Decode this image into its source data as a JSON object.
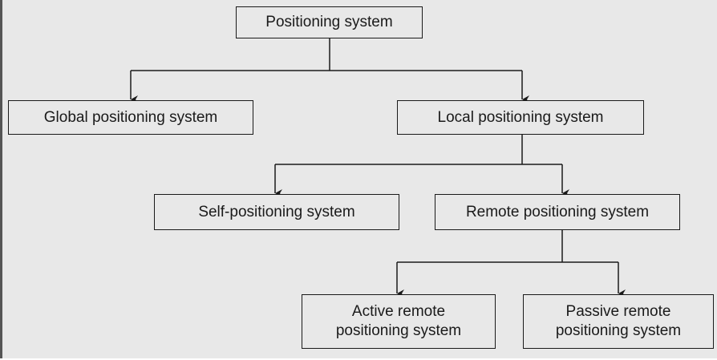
{
  "diagram": {
    "root": "Positioning system",
    "global": "Global positioning system",
    "local": "Local positioning system",
    "self": "Self-positioning system",
    "remote": "Remote positioning system",
    "active": "Active remote\npositioning system",
    "passive": "Passive remote\npositioning system"
  },
  "colors": {
    "background": "#e8e8e8",
    "line": "#1a1a1a"
  }
}
